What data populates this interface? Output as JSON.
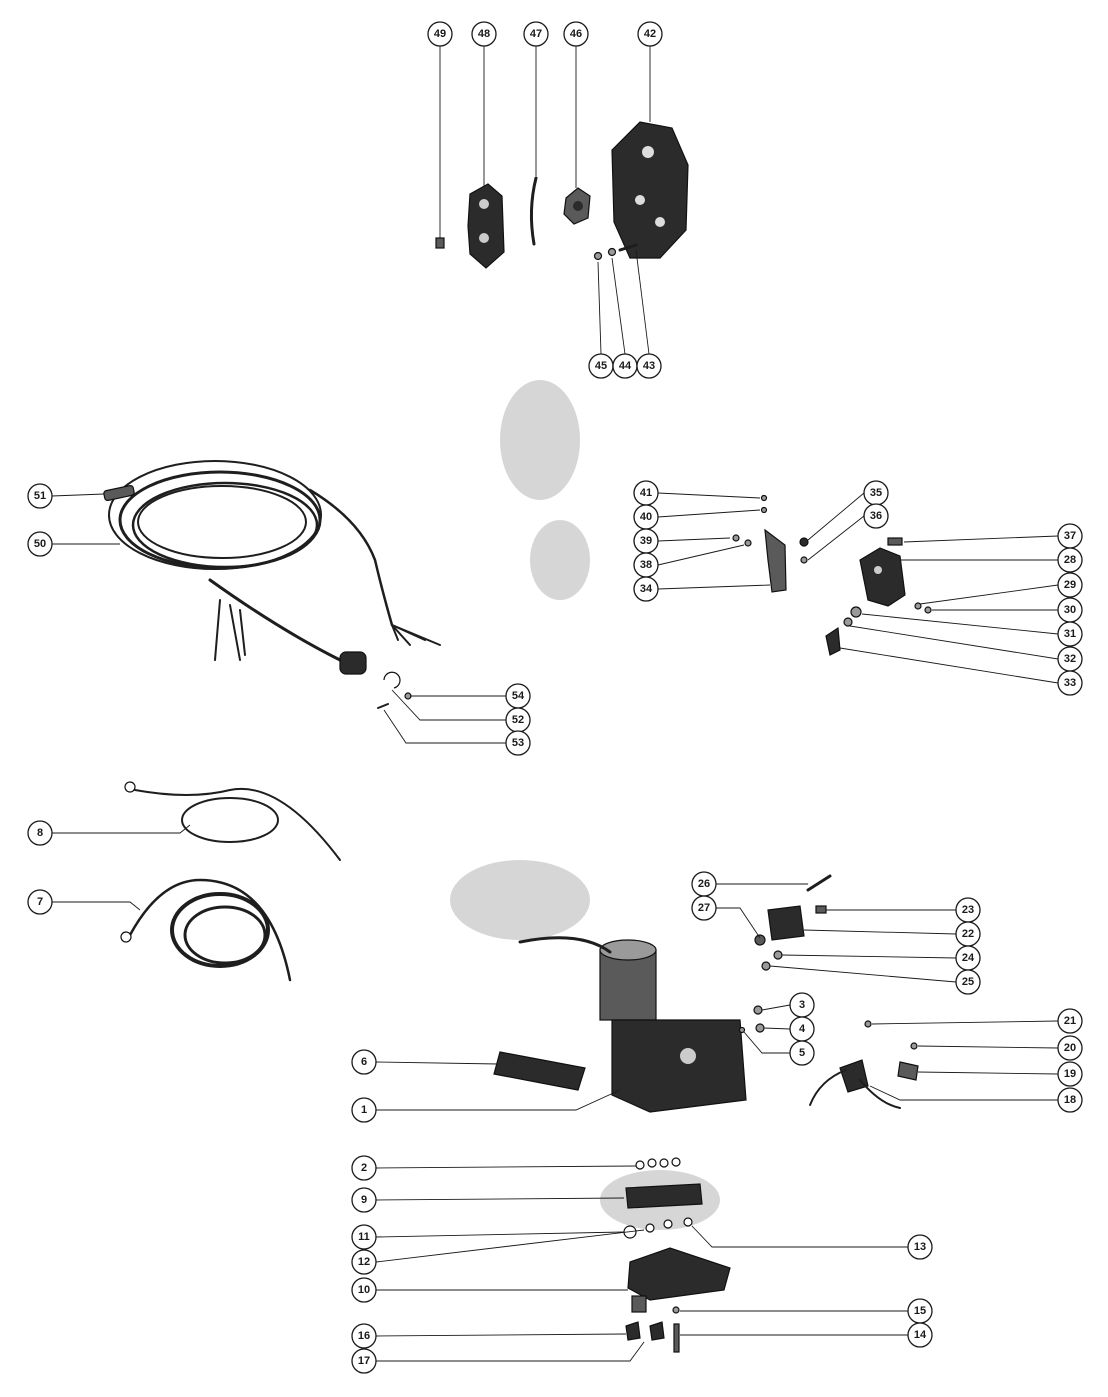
{
  "diagram": {
    "type": "exploded-parts-diagram",
    "callouts": [
      "1",
      "2",
      "3",
      "4",
      "5",
      "6",
      "7",
      "8",
      "9",
      "10",
      "11",
      "12",
      "13",
      "14",
      "15",
      "16",
      "17",
      "18",
      "19",
      "20",
      "21",
      "22",
      "23",
      "24",
      "25",
      "26",
      "27",
      "28",
      "29",
      "30",
      "31",
      "32",
      "33",
      "34",
      "35",
      "36",
      "37",
      "38",
      "39",
      "40",
      "41",
      "42",
      "43",
      "44",
      "45",
      "46",
      "47",
      "48",
      "49",
      "50",
      "51",
      "52",
      "53",
      "54"
    ]
  }
}
